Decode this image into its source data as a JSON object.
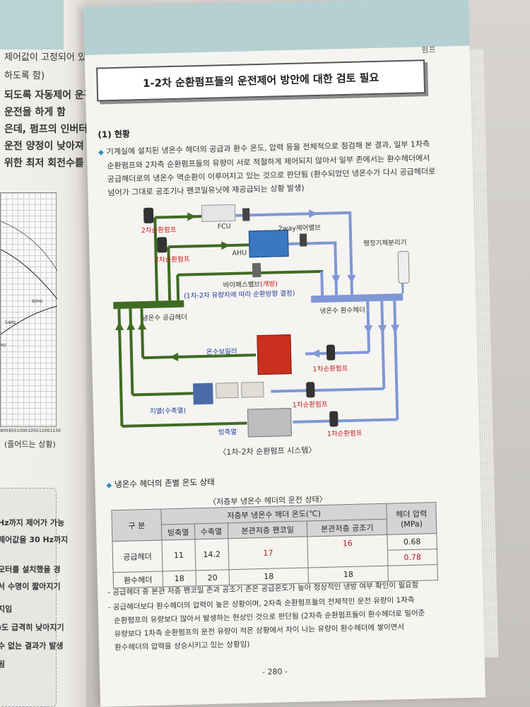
{
  "left_page": {
    "lines": [
      "제어값이 고정되어 있는 경우",
      "하도록 함)",
      "되도록 자동제어 운전",
      "운전을 하게 함",
      "은데, 펌프의 인버터 회전수를",
      "운전 양정이 낮아져 일정",
      "위한 최저 회전수를 찾아서"
    ],
    "graph_labels": [
      "60Hz",
      "54Hz",
      "Hz"
    ],
    "axis_ticks": [
      "900",
      "950",
      "1000",
      "1050",
      "1100",
      "1150"
    ],
    "note": "(줄어드는 상황)",
    "box_lines": [
      "Hz까지 제어가 가능",
      "제어값을 30 Hz까지",
      "모터를 설치했을 경",
      "서 수명이 짧아지기",
      "지임",
      ")도 급격히 낮아지기",
      "수 없는 결과가 발생",
      "됨"
    ]
  },
  "header": {
    "word": "펌프"
  },
  "title": "1-2차 순환펌프들의 운전제어 방안에 대한 검토 필요",
  "section1": {
    "head": "(1) 현황",
    "para": "기계실에 설치된 냉온수 헤더의 공급과 환수 온도, 압력 등을 전체적으로 점검해 본 결과, 일부 1차측 순환펌프와 2차측 순환펌프들의 유량이 서로 적절하게 제어되지 않아서 일부 존에서는 환수헤더에서 공급헤더로의 냉온수 역순환이 이루어지고 있는 것으로 판단됨 (환수되었던 냉온수가 다시 공급헤더로 넘어가 그대로 공조기나 팬코일유닛에 재공급되는 상황 발생)",
    "lines": [
      "기계실에 설치된 냉온수 헤더의 공급과 환수 온도, 압력 등을 전체적으로 점검해 본 결과, 일부 1차측",
      "순환펌프와 2차측 순환펌프들의 유량이 서로 적절하게 제어되지 않아서 일부 존에서는 환수헤더에서",
      "공급헤더로의 냉온수 역순환이 이루어지고 있는 것으로 판단됨 (환수되었던 냉온수가 다시 공급헤더로",
      "넘어가 그대로 공조기나 팬코일유닛에 재공급되는 상황 발생)"
    ]
  },
  "diagram": {
    "pump2_a": "2차순환펌프",
    "pump2_b": "2차순환펌프",
    "fcu": "FCU",
    "ahu": "AHU",
    "valve2way": "2way제어밸브",
    "expansion_tank": "팽창기체분리기",
    "bypass": "바이패스밸브",
    "bypass_open": "(개방)",
    "bypass_note": "(1차-2차 유량차에 따라 순환방향 결정)",
    "supply_header": "냉온수 공급헤더",
    "return_header": "냉온수 환수헤더",
    "boiler": "온수보일러",
    "pump1_a": "1차순환펌프",
    "geothermal": "지열(수축열)",
    "pump1_b": "1차순환펌프",
    "ice_storage": "빙축열",
    "pump1_c": "1차순환펌프",
    "caption": "〈1차-2차 순환펌프 시스템〉",
    "colors": {
      "supply": "#3f6b22",
      "return": "#7f97d6",
      "pump_red": "#c31c1c"
    }
  },
  "section2": {
    "head": "냉온수 헤더의 존별 온도 상태",
    "table_caption": "〈저층부 냉온수 헤더의 운전 상태〉",
    "table": {
      "col_group": "구 분",
      "temp_group": "저층부 냉온수 헤더 온도(℃)",
      "pressure_group": "헤더 압력",
      "pressure_unit": "(MPa)",
      "sub_headers": [
        "빙축열",
        "수축열",
        "본관저층 팬코일",
        "본관저층 공조기"
      ],
      "rows": [
        {
          "name": "공급헤더",
          "values": [
            "11",
            "14.2",
            "17",
            "16"
          ],
          "pressure": "0.68",
          "pressure2": "0.78"
        },
        {
          "name": "환수헤더",
          "values": [
            "18",
            "20",
            "18",
            "18"
          ],
          "pressure": ""
        }
      ]
    },
    "note1": "- 공급헤더 중 본관 저층 팬코일 존과 공조기 존은 공급온도가 높아 정상적인 냉방 여부 확인이 필요함",
    "note2_lines": [
      "- 공급헤더보다 환수헤더의 압력이 높은 상황이며, 2차측 순환펌프들의 전체적인 운전 유량이 1차측",
      "순환펌프의 유량보다 많아서 발생하는 현상인 것으로 판단됨 (2차측 순환펌프들이 환수헤더로 밀어준",
      "유량보다 1차측 순환펌프의 운전 유량이 적은 상황에서 차이 나는 유량이 환수헤더에 쌓이면서",
      "환수헤더의 압력을 상승시키고 있는 상황임)"
    ]
  },
  "page_number": "- 280 -"
}
